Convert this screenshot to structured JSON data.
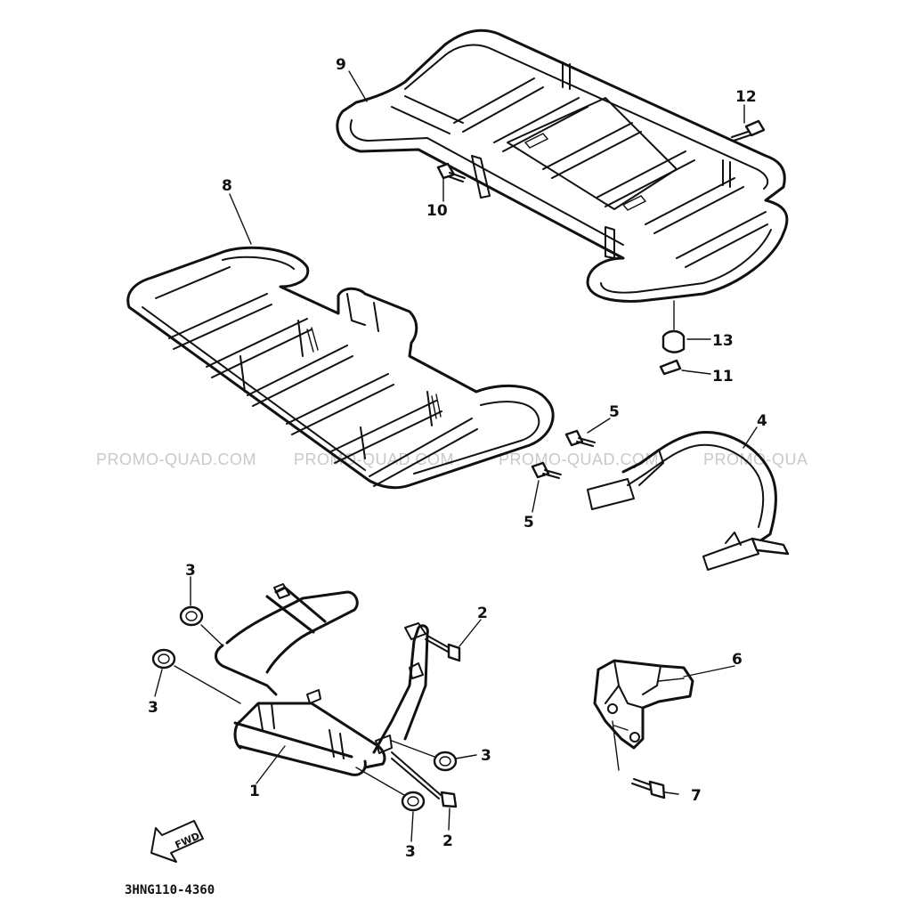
{
  "callouts": {
    "c1": "1",
    "c2a": "2",
    "c2b": "2",
    "c3a": "3",
    "c3b": "3",
    "c3c": "3",
    "c3d": "3",
    "c4": "4",
    "c5a": "5",
    "c5b": "5",
    "c6": "6",
    "c7": "7",
    "c8": "8",
    "c9": "9",
    "c10": "10",
    "c11": "11",
    "c12": "12",
    "c13": "13"
  },
  "watermark": {
    "w1": "PROMO-QUAD.COM",
    "w2": "PROMO-QUAD.COM",
    "w3": "PROMO-QUAD.COM",
    "w4": "PROMO-QUA"
  },
  "fwd_label": "FWD",
  "diagram_code": "3HNG110-4360",
  "colors": {
    "line": "#111111",
    "watermark": "#c9c9c9",
    "background": "#ffffff"
  }
}
